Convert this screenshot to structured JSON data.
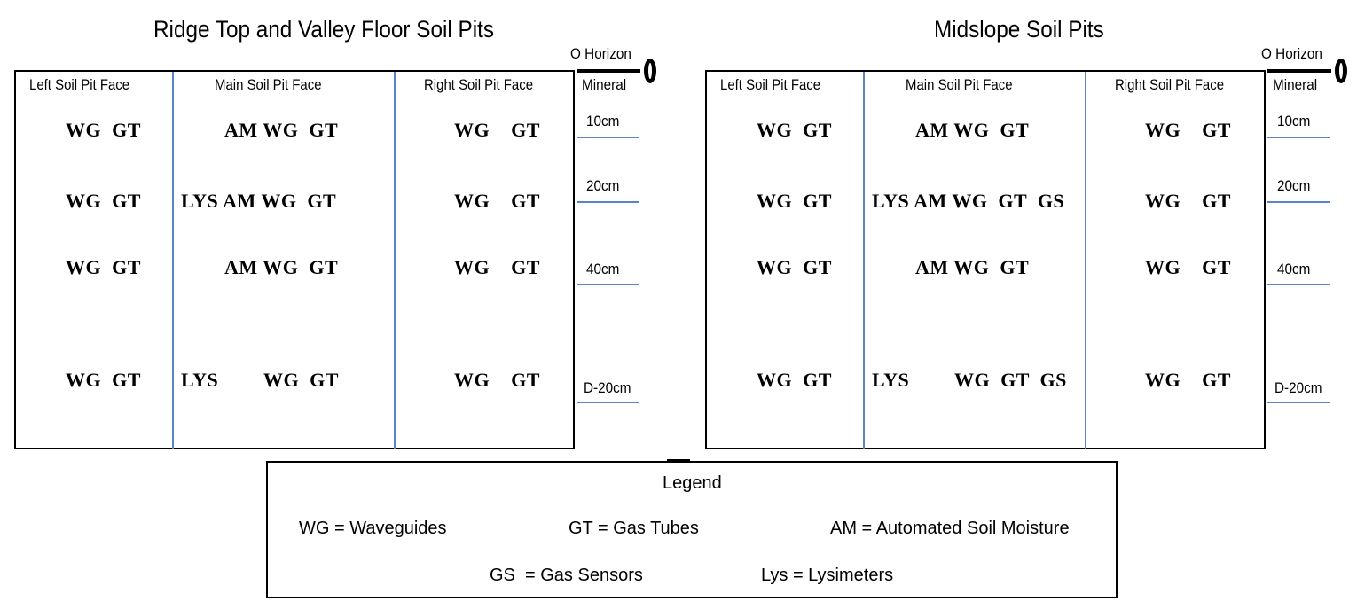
{
  "left_diagram": {
    "title": "Ridge Top and Valley Floor Soil Pits",
    "col_left": "Left Soil Pit Face",
    "col_main": "Main Soil Pit Face",
    "col_right": "Right Soil Pit Face",
    "o_horizon": "O Horizon",
    "o_symbol": "O",
    "mineral": "Mineral",
    "depth_10": "10cm",
    "depth_20": "20cm",
    "depth_40": "40cm",
    "depth_d20": "D-20cm",
    "rows": {
      "r10": {
        "left": "WG  GT",
        "main": "AM WG  GT",
        "right": "WG    GT"
      },
      "r20": {
        "left": "WG  GT",
        "main": "LYS AM WG  GT",
        "right": "WG    GT"
      },
      "r40": {
        "left": "WG  GT",
        "main": "AM WG  GT",
        "right": "WG    GT"
      },
      "rd20": {
        "left": "WG  GT",
        "main_lys": "LYS",
        "main": "WG  GT",
        "right": "WG    GT"
      }
    }
  },
  "right_diagram": {
    "title": "Midslope Soil Pits",
    "col_left": "Left Soil Pit Face",
    "col_main": "Main Soil Pit Face",
    "col_right": "Right Soil Pit Face",
    "o_horizon": "O Horizon",
    "o_symbol": "O",
    "mineral": "Mineral",
    "depth_10": "10cm",
    "depth_20": "20cm",
    "depth_40": "40cm",
    "depth_d20": "D-20cm",
    "rows": {
      "r10": {
        "left": "WG  GT",
        "main": "AM WG  GT",
        "right": "WG    GT"
      },
      "r20": {
        "left": "WG  GT",
        "main": "LYS AM WG  GT  GS",
        "right": "WG    GT"
      },
      "r40": {
        "left": "WG  GT",
        "main": "AM WG  GT",
        "right": "WG    GT"
      },
      "rd20": {
        "left": "WG  GT",
        "main_lys": "LYS",
        "main": "WG  GT  GS",
        "right": "WG    GT"
      }
    }
  },
  "legend": {
    "title": "Legend",
    "wg": "WG = Waveguides",
    "gt": "GT = Gas Tubes",
    "am": "AM = Automated Soil Moisture",
    "gs": "GS  = Gas Sensors",
    "lys": "Lys = Lysimeters"
  }
}
